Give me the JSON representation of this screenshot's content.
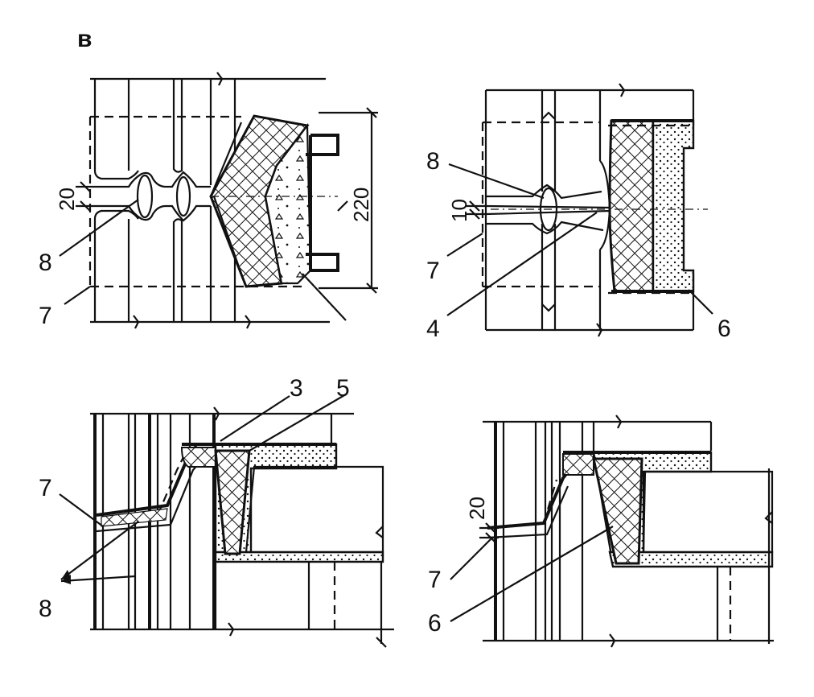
{
  "figure": {
    "panel_letter": "в",
    "panels": [
      {
        "id": "top-left",
        "labels": [
          "8",
          "7"
        ],
        "dimensions": [
          "20",
          "220"
        ]
      },
      {
        "id": "top-right",
        "labels": [
          "8",
          "7",
          "4",
          "6"
        ],
        "dimensions": [
          "10"
        ]
      },
      {
        "id": "bottom-left",
        "labels": [
          "3",
          "5",
          "7",
          "8"
        ],
        "dimensions": []
      },
      {
        "id": "bottom-right",
        "labels": [
          "7",
          "6"
        ],
        "dimensions": [
          "20"
        ]
      }
    ]
  }
}
